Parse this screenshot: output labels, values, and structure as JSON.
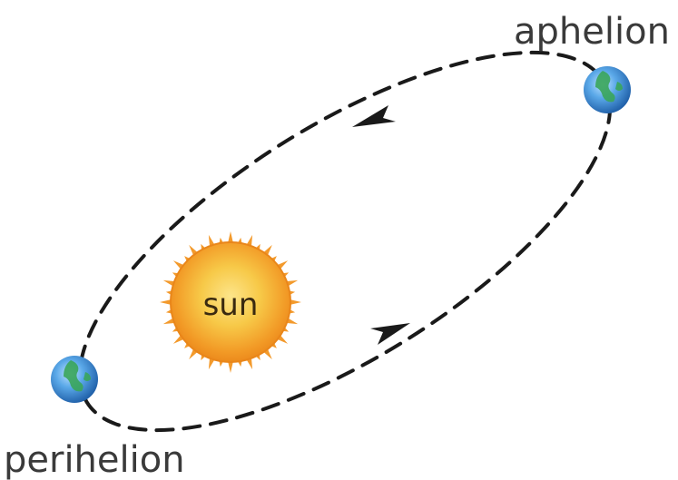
{
  "labels": {
    "aphelion": "aphelion",
    "perihelion": "perihelion",
    "sun": "sun"
  },
  "colors": {
    "orbit": "#1a1a1a",
    "sun_core": "#f7c948",
    "sun_edge": "#ec8a1c",
    "earth_ocean": "#3c8fd6",
    "earth_land": "#3aa55a",
    "text": "#3a3a3a"
  }
}
